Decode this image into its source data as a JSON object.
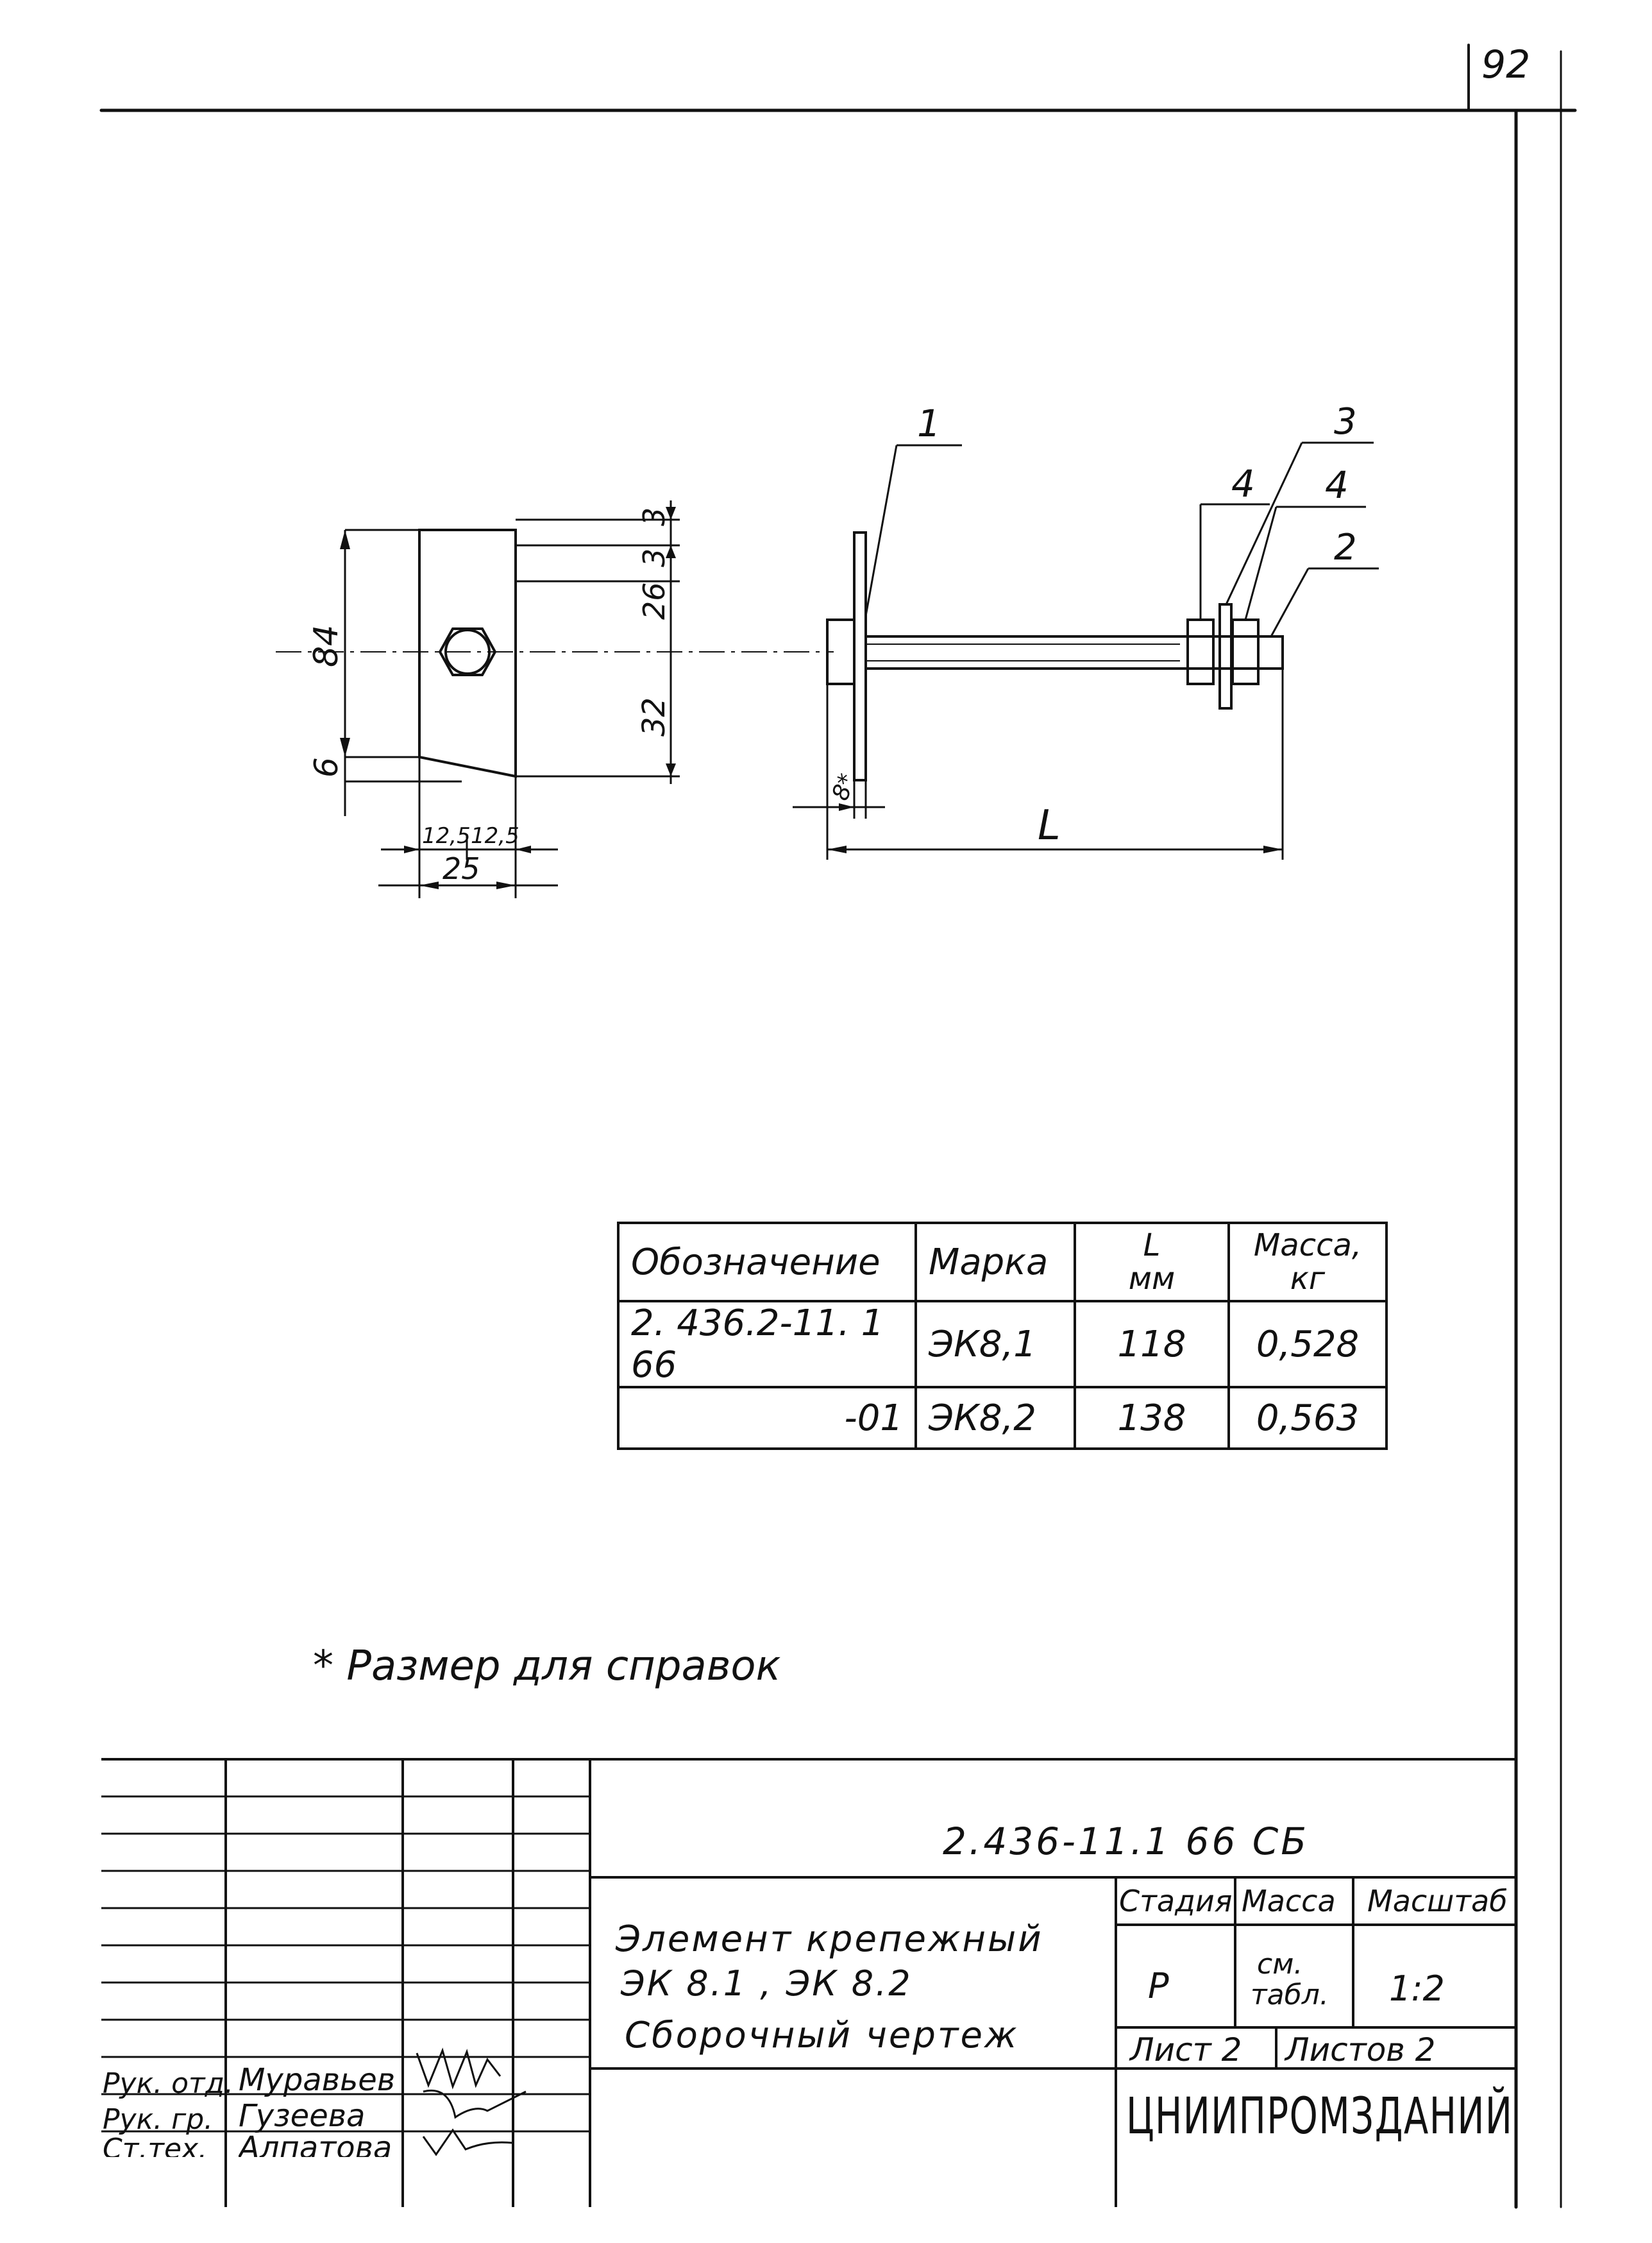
{
  "page_number": "92",
  "drawing": {
    "left_view": {
      "dim_height_total": "84",
      "dim_bottom": "6",
      "dim_top": "3",
      "dim_upper": "26",
      "dim_inner_top": "3",
      "dim_lower": "32",
      "dim_half_left": "12,5",
      "dim_half_right": "12,5",
      "dim_width": "25"
    },
    "side_view": {
      "callout_1": "1",
      "callout_2": "2",
      "callout_3": "3",
      "callout_4a": "4",
      "callout_4b": "4",
      "dim_thickness": "8*",
      "dim_length": "L"
    }
  },
  "spec_table": {
    "headers": {
      "designation": "Обозначение",
      "mark": "Марка",
      "length_line1": "L",
      "length_line2": "мм",
      "mass_line1": "Масса,",
      "mass_line2": "кг"
    },
    "rows": [
      {
        "designation": "2. 436.2-11. 1 66",
        "mark": "ЭК8,1",
        "length": "118",
        "mass": "0,528"
      },
      {
        "designation": "-01",
        "mark": "ЭК8,2",
        "length": "138",
        "mass": "0,563"
      }
    ]
  },
  "footnote": "*  Размер для справок",
  "title_block": {
    "doc_code": "2.436-11.1 66 СБ",
    "title_line1": "Элемент крепежный",
    "title_line2": "ЭК 8.1 , ЭК 8.2",
    "title_line3": "Сборочный чертеж",
    "stage_header": "Стадия",
    "mass_header": "Масса",
    "scale_header": "Масштаб",
    "stage_value": "Р",
    "mass_value_line1": "см.",
    "mass_value_line2": "табл.",
    "scale_value": "1:2",
    "sheet_label": "Лист 2",
    "sheets_label": "Листов 2",
    "organization": "ЦНИИПРОМЗДАНИЙ",
    "signatures": [
      {
        "role": "Рук. отд.",
        "name": "Муравьев"
      },
      {
        "role": "Рук. гр.",
        "name": "Гузеева"
      },
      {
        "role": "Ст.тех.",
        "name": "Алпатова"
      }
    ]
  }
}
